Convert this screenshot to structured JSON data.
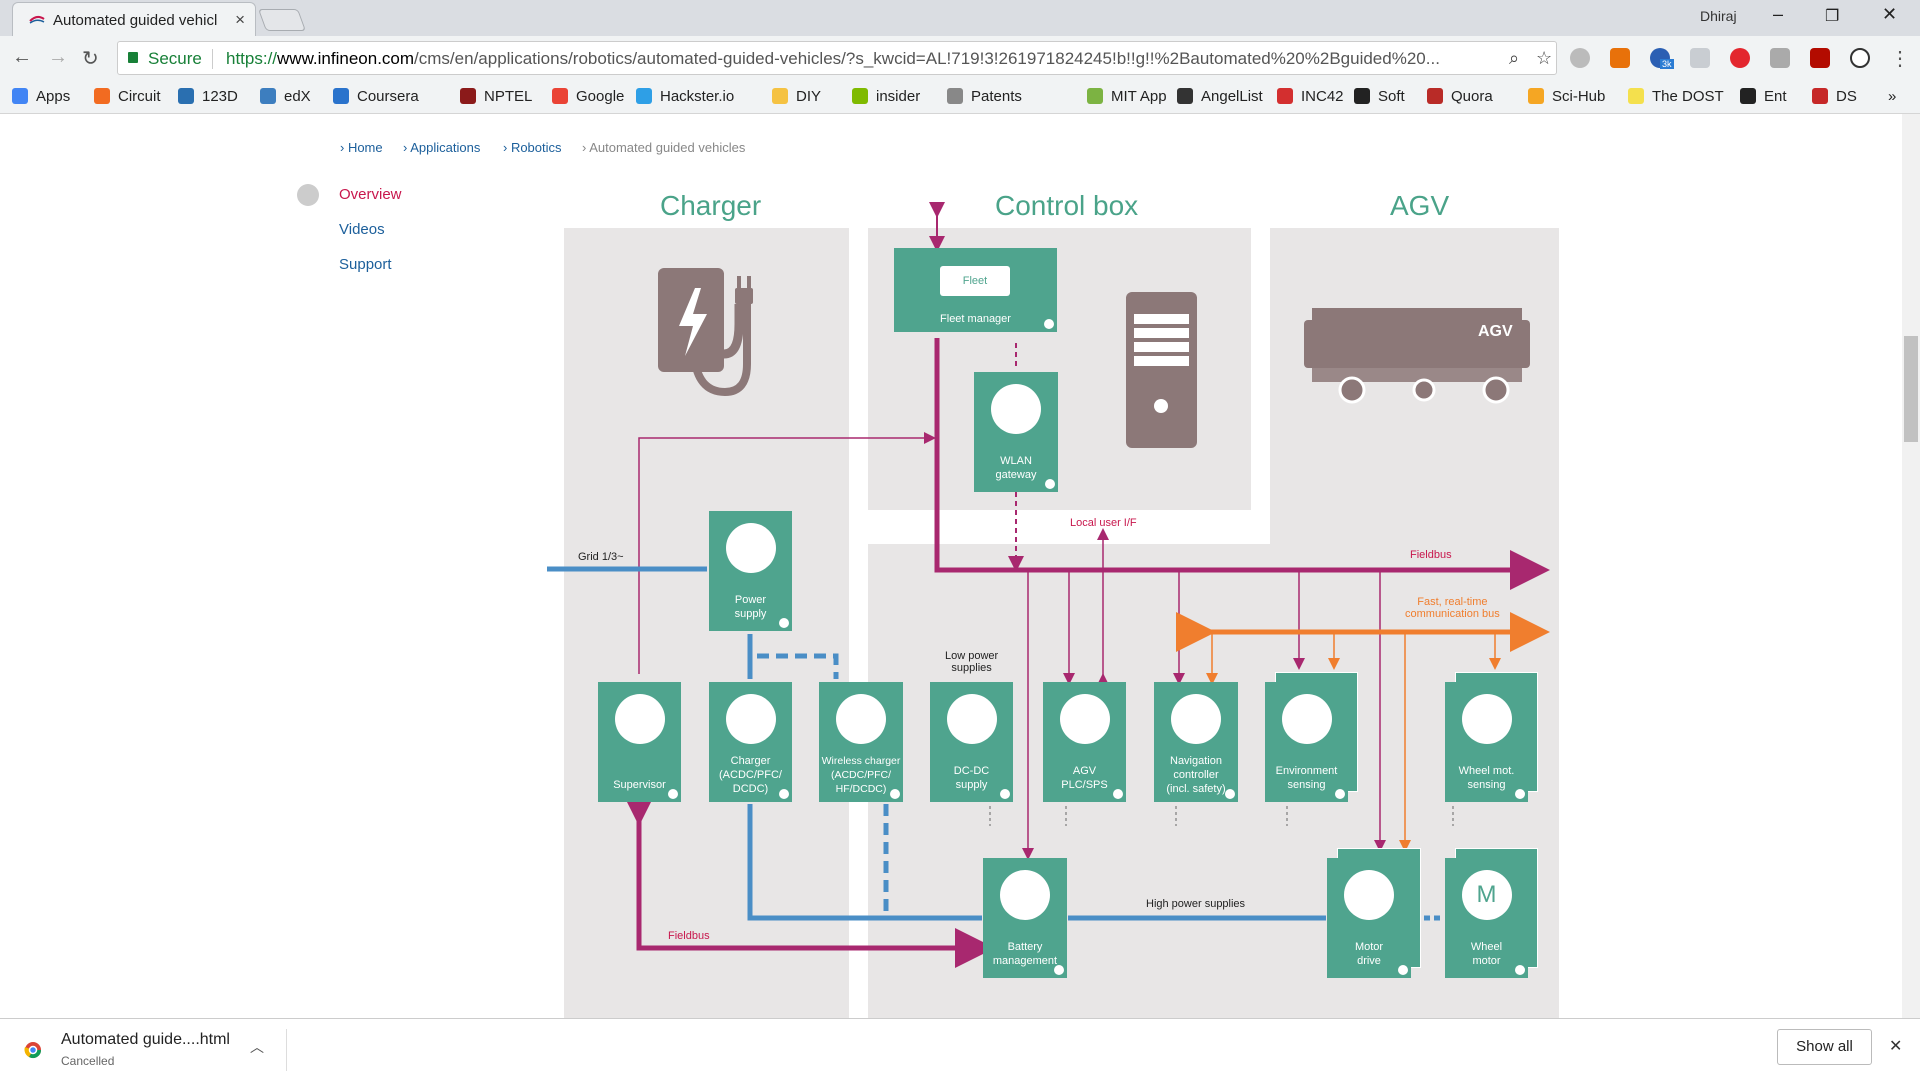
{
  "tab": {
    "title": "Automated guided vehicl",
    "close": "×"
  },
  "window": {
    "user": "Dhiraj",
    "minimize": "–",
    "maximize": "❐",
    "close": "✕"
  },
  "address": {
    "secure_label": "Secure",
    "url_proto": "https://",
    "url_domain": "www.infineon.com",
    "url_rest": "/cms/en/applications/robotics/automated-guided-vehicles/?s_kwcid=AL!719!3!261971824245!b!!g!!%2Bautomated%20%2Bguided%20..."
  },
  "extensions": {
    "badge": "3k"
  },
  "bookmarks": [
    {
      "label": "Apps",
      "color": "#4285f4"
    },
    {
      "label": "Circuit",
      "color": "#f26b21"
    },
    {
      "label": "123D",
      "color": "#2a6fb0"
    },
    {
      "label": "edX",
      "color": "#3d7ebf"
    },
    {
      "label": "Coursera",
      "color": "#2a73cc"
    },
    {
      "label": "NPTEL",
      "color": "#8b1a1a"
    },
    {
      "label": "Google",
      "color": "#ea4335"
    },
    {
      "label": "Hackster.io",
      "color": "#2e9fe6"
    },
    {
      "label": "DIY",
      "color": "#f5c242"
    },
    {
      "label": "insider",
      "color": "#7fba00"
    },
    {
      "label": "Patents",
      "color": "#888888"
    },
    {
      "label": "MIT App",
      "color": "#7cb342"
    },
    {
      "label": "AngelList",
      "color": "#333333"
    },
    {
      "label": "INC42",
      "color": "#d32f2f"
    },
    {
      "label": "Soft",
      "color": "#222222"
    },
    {
      "label": "Quora",
      "color": "#b92b27"
    },
    {
      "label": "Sci-Hub",
      "color": "#f5a623"
    },
    {
      "label": "The DOST",
      "color": "#f4e04d"
    },
    {
      "label": "Ent",
      "color": "#222222"
    },
    {
      "label": "DS",
      "color": "#c62828"
    }
  ],
  "bookmarks_overflow": "»",
  "breadcrumb": [
    "› Home",
    "› Applications",
    "› Robotics",
    "› Automated guided vehicles"
  ],
  "sidenav": [
    "Overview",
    "Videos",
    "Support"
  ],
  "diagram": {
    "sections": [
      "Charger",
      "Control box",
      "AGV"
    ],
    "agv_badge": "AGV",
    "fleet_inner": "Fleet",
    "boxes": {
      "fleet": "Fleet manager",
      "wlan": "WLAN\ngateway",
      "power": "Power\nsupply",
      "supervisor": "Supervisor",
      "charger": "Charger\n(ACDC/PFC/\nDCDC)",
      "wireless": "Wireless charger\n(ACDC/PFC/\nHF/DCDC)",
      "dcdc": "DC-DC\nsupply",
      "plc": "AGV\nPLC/SPS",
      "nav": "Navigation\ncontroller\n(incl. safety)",
      "env": "Environment\nsensing",
      "wheelsense": "Wheel mot.\nsensing",
      "battery": "Battery\nmanagement",
      "motordrive": "Motor\ndrive",
      "wheelmotor": "Wheel\nmotor"
    },
    "labels": {
      "grid": "Grid 1/3~",
      "local_user": "Local user I/F",
      "fieldbus_top": "Fieldbus",
      "fast_bus": "Fast, real-time\ncommunication bus",
      "low_power": "Low power\nsupplies",
      "high_power": "High power supplies",
      "fieldbus_bottom": "Fieldbus"
    },
    "colors": {
      "teal": "#4fa48e",
      "magenta": "#a8286f",
      "blue": "#4a8ec6",
      "orange": "#f07e2e"
    }
  },
  "download": {
    "name": "Automated guide....html",
    "status": "Cancelled",
    "show_all": "Show all",
    "close": "✕"
  }
}
